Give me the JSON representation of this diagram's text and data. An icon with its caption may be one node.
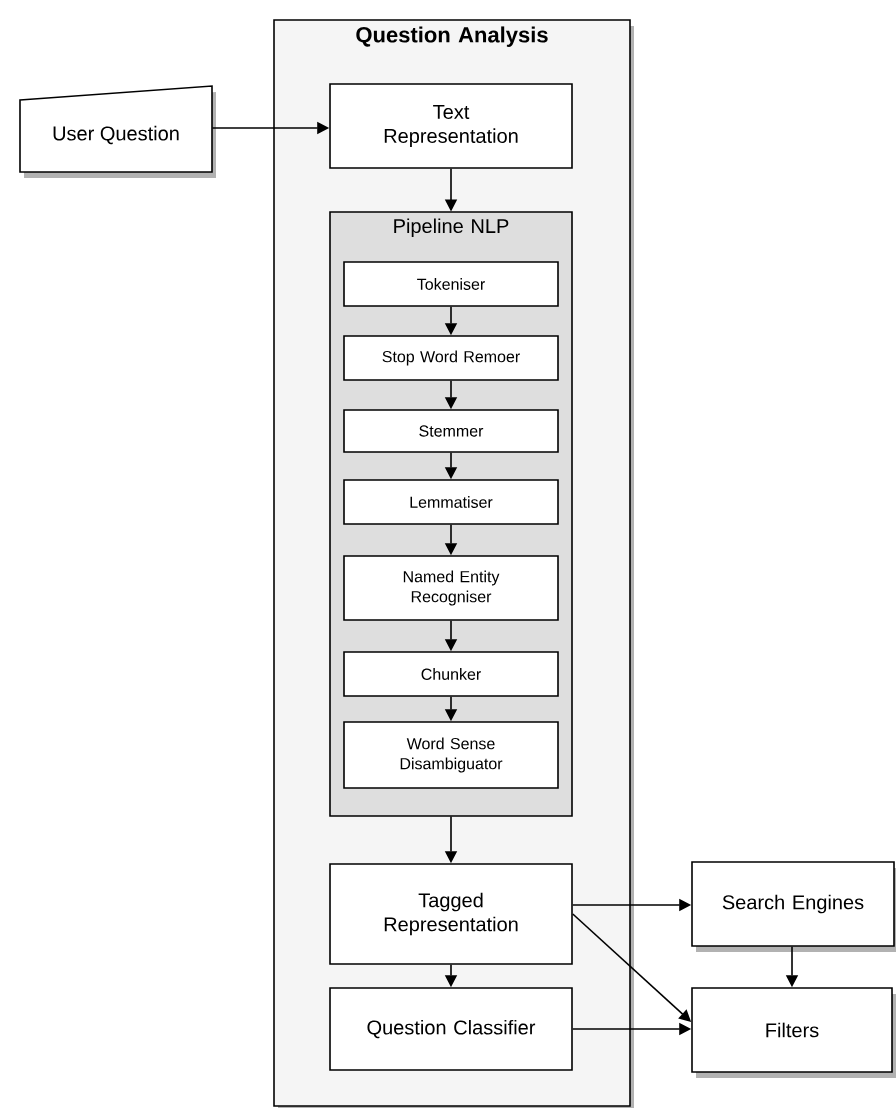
{
  "diagram": {
    "nodes": [
      {
        "text": [
          "Question Analysis"
        ]
      },
      {
        "text": [
          "User Question"
        ]
      },
      {
        "text": [
          "Text Representation"
        ],
        "in": 0
      },
      {
        "text": [
          "Pipeline NLP"
        ],
        "in": 0
      },
      {
        "text": [
          "Tokeniser"
        ],
        "in": 3
      },
      {
        "text": [
          "Stop Word Remoer"
        ],
        "in": 3
      },
      {
        "text": [
          "Stemmer"
        ],
        "in": 3
      },
      {
        "text": [
          "Lemmatiser"
        ],
        "in": 3
      },
      {
        "text": [
          "Named Entity Recogniser"
        ],
        "in": 3
      },
      {
        "text": [
          "Chunker"
        ],
        "in": 3
      },
      {
        "text": [
          "Word Sense Disambiguator"
        ],
        "in": 3
      },
      {
        "text": [
          "Tagged Representation"
        ],
        "in": 0
      },
      {
        "text": [
          "Question Classifier"
        ],
        "in": 0
      },
      {
        "text": [
          "Search Engines"
        ]
      },
      {
        "text": [
          "Filters"
        ]
      }
    ],
    "edges": [
      {
        "from": 1,
        "to": 2,
        "arrow": "to"
      },
      {
        "from": 2,
        "to": 3,
        "arrow": "to"
      },
      {
        "from": 4,
        "to": 5,
        "arrow": "to"
      },
      {
        "from": 5,
        "to": 6,
        "arrow": "to"
      },
      {
        "from": 6,
        "to": 7,
        "arrow": "to"
      },
      {
        "from": 7,
        "to": 8,
        "arrow": "to"
      },
      {
        "from": 8,
        "to": 9,
        "arrow": "to"
      },
      {
        "from": 9,
        "to": 10,
        "arrow": "to"
      },
      {
        "from": 3,
        "to": 11,
        "arrow": "to"
      },
      {
        "from": 11,
        "to": 12,
        "arrow": "to"
      },
      {
        "from": 11,
        "to": 13,
        "arrow": "to"
      },
      {
        "from": 11,
        "to": 14,
        "arrow": "to"
      },
      {
        "from": 13,
        "to": 14,
        "arrow": "to"
      },
      {
        "from": 12,
        "to": 14,
        "arrow": "to"
      }
    ]
  }
}
